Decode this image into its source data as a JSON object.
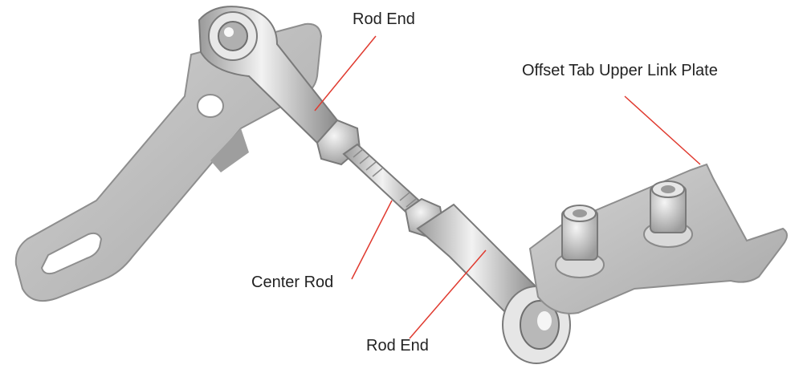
{
  "labels": {
    "rod_end_top": "Rod End",
    "offset_tab": "Offset Tab Upper Link Plate",
    "center_rod": "Center Rod",
    "rod_end_bottom": "Rod End"
  },
  "colors": {
    "leader_line": "#e03a2f",
    "metal_plate": "#b9b9b9",
    "metal_shadow": "#8e8e8e",
    "label_text": "#222222",
    "background": "#ffffff"
  }
}
